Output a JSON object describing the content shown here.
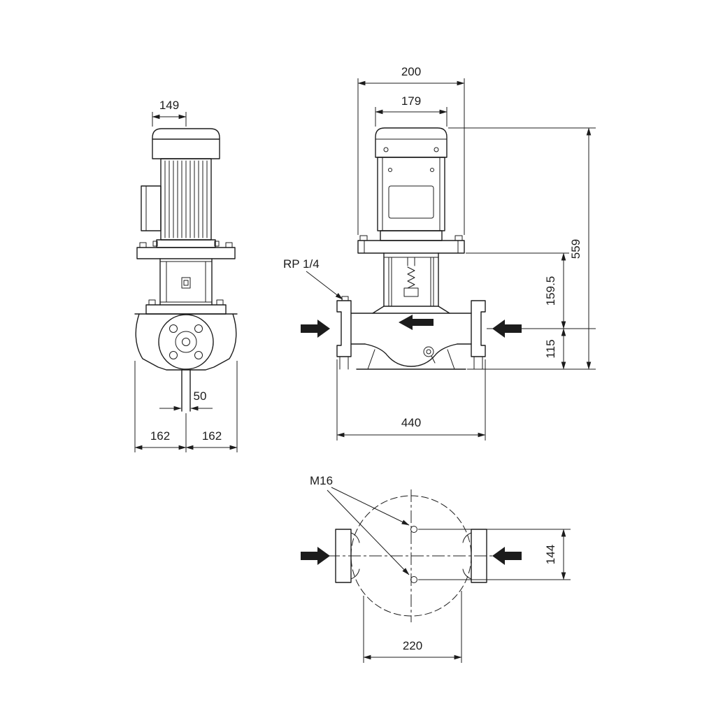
{
  "drawing": {
    "kind": "pump-outline-dimension-drawing",
    "views": [
      "side-view",
      "front-view",
      "plan-view"
    ],
    "colors": {
      "ink": "#1c1c1c",
      "background": "#ffffff"
    },
    "icons": {
      "flow_arrow_left": "solid-arrow-right",
      "flow_arrow_right": "solid-arrow-left"
    }
  },
  "labels": {
    "rp14": "RP 1/4",
    "m16": "M16"
  },
  "dims": {
    "w149": "149",
    "d50": "50",
    "l162_left": "162",
    "l162_right": "162",
    "w200": "200",
    "w179": "179",
    "h559": "559",
    "h159_5": "159.5",
    "h115": "115",
    "l440": "440",
    "d144": "144",
    "l220": "220"
  }
}
